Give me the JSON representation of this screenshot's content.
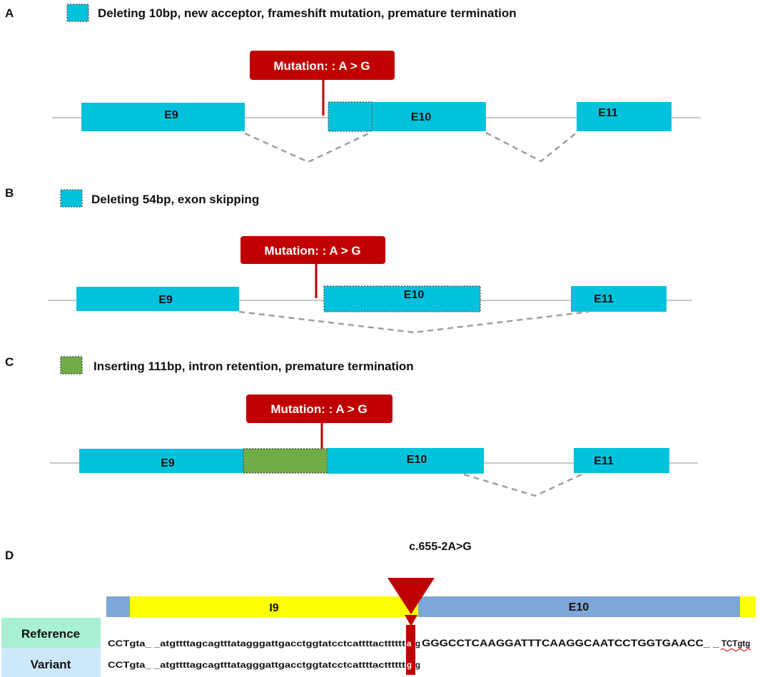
{
  "colors": {
    "exon": "#00c2dc",
    "mutation": "#c00000",
    "insert": "#70ad47",
    "intron_line": "#c8c8c8",
    "splice_dash": "#9e9e9e",
    "intron_bar": "#ffff00",
    "exon_bar": "#7ea6d6",
    "reference_bg": "#a8f0d4",
    "variant_bg": "#cde8fb"
  },
  "panels": {
    "a": {
      "letter": "A",
      "legend": "Deleting 10bp, new acceptor, frameshift mutation, premature termination"
    },
    "b": {
      "letter": "B",
      "legend": "Deleting 54bp, exon skipping"
    },
    "c": {
      "letter": "C",
      "legend": "Inserting 111bp, intron retention, premature termination"
    },
    "d": {
      "letter": "D"
    }
  },
  "mutation_label": "Mutation: : A > G",
  "exons": {
    "e9": "E9",
    "e10": "E10",
    "e11": "E11"
  },
  "panel_d": {
    "hgvs": "c.655-2A>G",
    "intron_label": "I9",
    "exon_label": "E10",
    "reference_label": "Reference",
    "variant_label": "Variant",
    "reference": {
      "prefix": "CCTgta_ _atgttttagcagtttatagggattgacctggtatcctcattttactttttt",
      "mutated_base": "a",
      "after_base": "g",
      "exon_seq": "GGGCCTCAAGGATTTCAAGGCAATCCTGGTGAACC_ _",
      "suffix": "TCTgtg"
    },
    "variant": {
      "prefix": "CCTgta_ _atgttttagcagtttatagggattgacctggtatcctcattttactttttt",
      "mutated_base": "g",
      "after_base": "g"
    }
  }
}
